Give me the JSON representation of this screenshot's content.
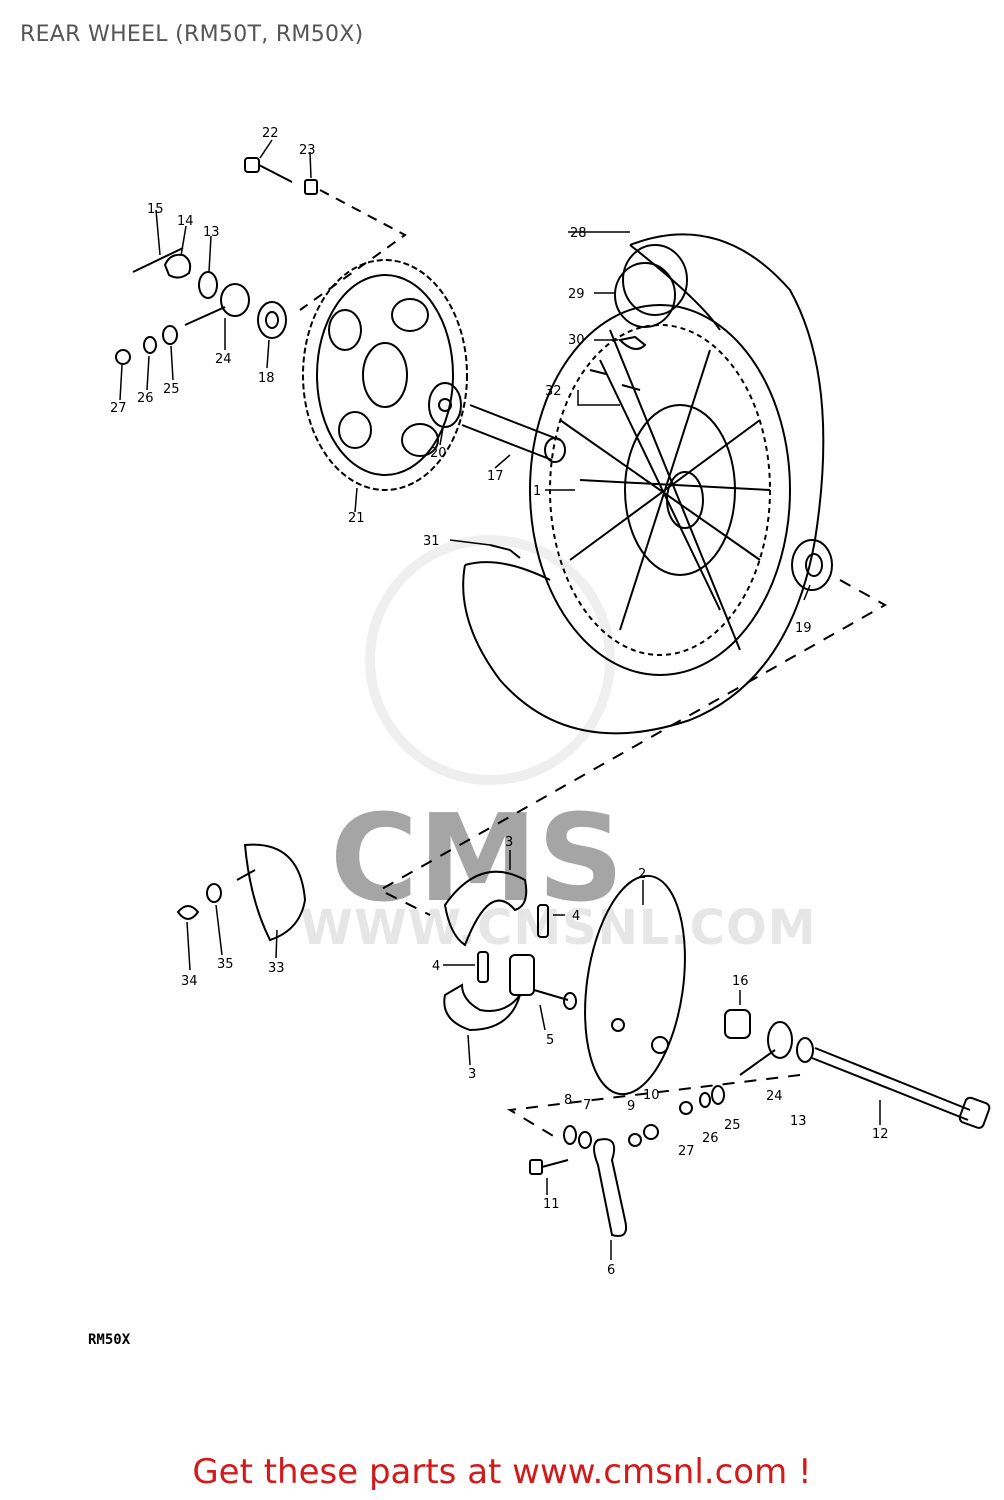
{
  "title": "REAR WHEEL (RM50T, RM50X)",
  "watermark": "WWW.CMSNL.COM",
  "watermark_logo_text": "CMS",
  "model_code": "RM50X",
  "footer_link": "Get these parts at www.cmsnl.com !",
  "colors": {
    "title": "#555555",
    "footer": "#d21a1a",
    "line": "#000000",
    "watermark": "#e6e6e6"
  },
  "callouts": [
    "1",
    "2",
    "3",
    "4",
    "5",
    "6",
    "7",
    "8",
    "9",
    "10",
    "11",
    "12",
    "13",
    "14",
    "15",
    "16",
    "17",
    "18",
    "19",
    "20",
    "21",
    "22",
    "23",
    "24",
    "25",
    "26",
    "27",
    "28",
    "29",
    "30",
    "31",
    "32",
    "33",
    "34",
    "35"
  ],
  "labels": {
    "n22": "22",
    "n23": "23",
    "n15": "15",
    "n14": "14",
    "n13a": "13",
    "n24a": "24",
    "n18": "18",
    "n27a": "27",
    "n26a": "26",
    "n25a": "25",
    "n20": "20",
    "n17": "17",
    "n21": "21",
    "n28": "28",
    "n29": "29",
    "n30": "30",
    "n32": "32",
    "n1": "1",
    "n31": "31",
    "n19": "19",
    "n3a": "3",
    "n4a": "4",
    "n2": "2",
    "n4b": "4",
    "n16": "16",
    "n5": "5",
    "n3b": "3",
    "n34": "34",
    "n35": "35",
    "n33": "33",
    "n8": "8",
    "n7": "7",
    "n9": "9",
    "n10": "10",
    "n27b": "27",
    "n26b": "26",
    "n25b": "25",
    "n24b": "24",
    "n13b": "13",
    "n12": "12",
    "n11": "11",
    "n6": "6"
  }
}
